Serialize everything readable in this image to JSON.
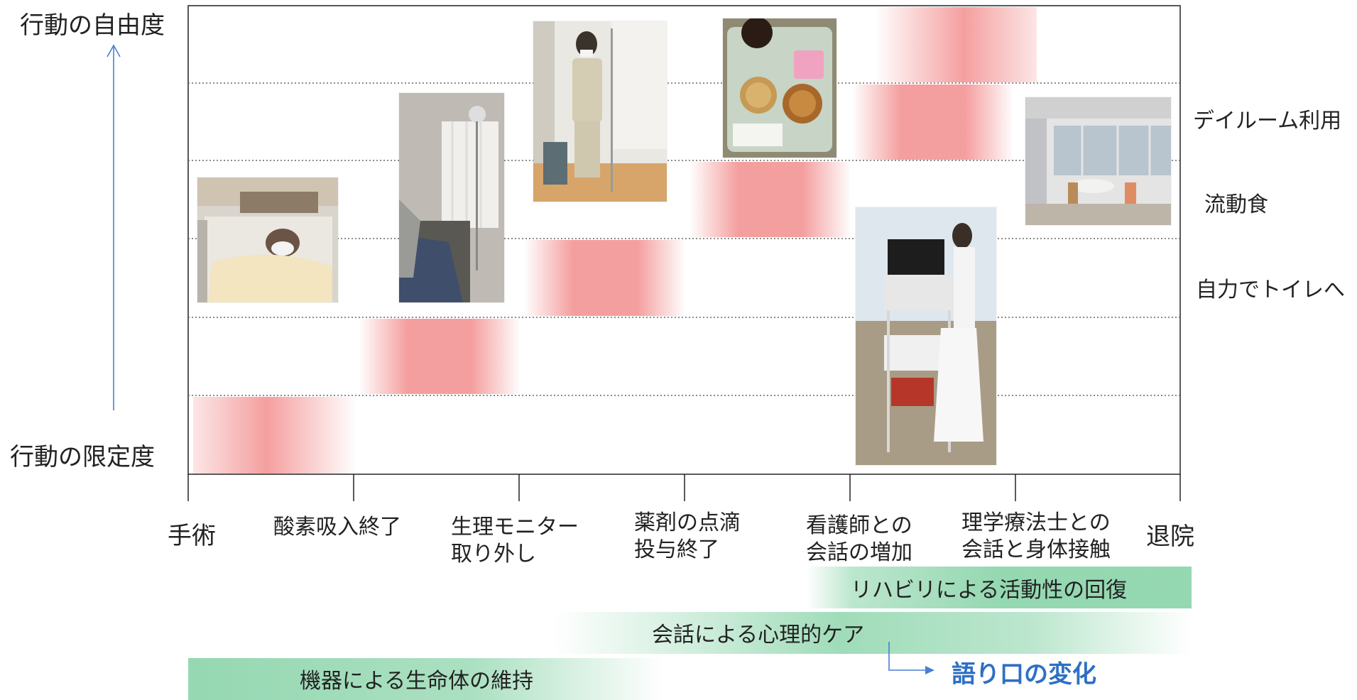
{
  "y_axis": {
    "top_label": "行動の自由度",
    "bottom_label": "行動の限定度"
  },
  "level_labels": [
    "デイルーム利用",
    "流動食",
    "自力でトイレへ"
  ],
  "x_axis_labels": [
    {
      "line1": "手術",
      "line2": ""
    },
    {
      "line1": "酸素吸入終了",
      "line2": ""
    },
    {
      "line1": "生理モニター",
      "line2": "取り外し"
    },
    {
      "line1": "薬剤の点滴",
      "line2": "投与終了"
    },
    {
      "line1": "看護師との",
      "line2": "会話の増加"
    },
    {
      "line1": "理学療法士との",
      "line2": "会話と身体接触"
    },
    {
      "line1": "退院",
      "line2": ""
    }
  ],
  "bands": [
    {
      "label": "リハビリによる活動性の回復"
    },
    {
      "label": "会話による心理的ケア"
    },
    {
      "label": "機器による生命体の維持"
    }
  ],
  "annotation": {
    "label": "語り口の変化"
  },
  "photos": [
    {
      "subject": "patient-in-bed-with-mask"
    },
    {
      "subject": "hospital-room-bed-iv-stand"
    },
    {
      "subject": "patient-standing-with-iv-pole"
    },
    {
      "subject": "hospital-meal-tray"
    },
    {
      "subject": "nurse-with-cart-monitor"
    },
    {
      "subject": "dayroom-tables-chairs"
    }
  ],
  "colors": {
    "highlight": "#f49a9a",
    "band": "#8fd6ad",
    "annotation_text": "#2e6fc4",
    "axis_arrow": "#4a7fd4"
  }
}
